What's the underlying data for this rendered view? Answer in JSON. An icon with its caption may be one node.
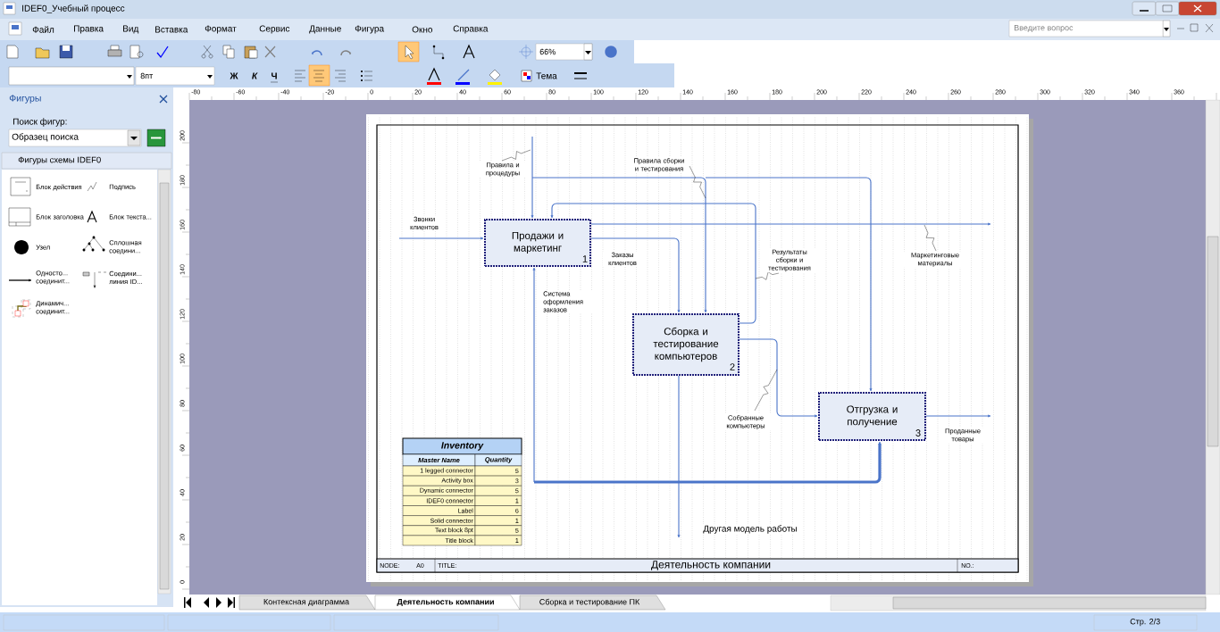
{
  "diagram": {
    "nodes": [
      {
        "text": [
          "Продажи и маркетинг",
          "1"
        ]
      },
      {
        "text": [
          "Сборка и тестирование компьютеров",
          "2"
        ]
      },
      {
        "text": [
          "Отгрузка и получение",
          "3"
        ]
      }
    ],
    "edges": [
      {
        "from": null,
        "to": 0,
        "arrow": "to",
        "label": "Звонки клиентов"
      },
      {
        "from": null,
        "to": 0,
        "arrow": "to",
        "label": "Правила и процедуры"
      },
      {
        "from": null,
        "to": 1,
        "arrow": "to",
        "label": "Правила сборки и тестирования"
      },
      {
        "from": null,
        "to": 2,
        "arrow": "to"
      },
      {
        "from": 0,
        "to": null,
        "arrow": "to",
        "label": "Маркетинговые материалы"
      },
      {
        "from": 0,
        "to": 1,
        "arrow": "to",
        "label": "Заказы клиентов"
      },
      {
        "from": 1,
        "to": 0,
        "arrow": "to",
        "label": "Результаты сборки и тестирования"
      },
      {
        "from": null,
        "to": 0,
        "arrow": "to",
        "label": "Система оформления заказов"
      },
      {
        "from": null,
        "to": 2,
        "arrow": "to",
        "style": "thick"
      },
      {
        "from": 1,
        "to": 2,
        "arrow": "to",
        "label": "Собранные компьютеры"
      },
      {
        "from": 2,
        "to": null,
        "arrow": "to",
        "label": "Проданные товары"
      },
      {
        "from": 1,
        "to": null,
        "arrow": "to",
        "label": "Другая модель работы"
      }
    ],
    "labels": [
      "IDEF0_Учебный процесс",
      "Файл",
      "Правка",
      "Вид",
      "Вставка",
      "Формат",
      "Сервис",
      "Данные",
      "Фигура",
      "Окно",
      "Справка",
      "Введите вопрос",
      "66%",
      "8пт",
      "Ж",
      "К",
      "Ч",
      "Тема",
      "Фигуры",
      "Поиск фигур:",
      "Образец поиска",
      "Фигуры схемы IDEF0",
      "Блок действия",
      "Подпись",
      "Блок заголовка",
      "Блок текста...",
      "Узел",
      "Сплошная соедини...",
      "Односто... соединит...",
      "Соедини... линия ID...",
      "Динамич... соединит...",
      "-80",
      "-60",
      "-40",
      "-20",
      "0",
      "20",
      "40",
      "60",
      "80",
      "100",
      "120",
      "140",
      "160",
      "180",
      "200",
      "220",
      "240",
      "260",
      "280",
      "300",
      "320",
      "340",
      "360",
      "200",
      "180",
      "160",
      "140",
      "120",
      "100",
      "80",
      "60",
      "40",
      "20",
      "0",
      "Inventory",
      "Master Name",
      "Quantity",
      "1 legged connector",
      "5",
      "Activity box",
      "3",
      "Dynamic connector",
      "5",
      "IDEF0 connector",
      "1",
      "Label",
      "6",
      "Solid connector",
      "1",
      "Text block 8pt",
      "5",
      "Title block",
      "1",
      "NODE:",
      "A0",
      "TITLE:",
      "Деятельность компании",
      "NO.:",
      "Контексная диаграмма",
      "Деятельность компании",
      "Сборка и тестирование ПК",
      "Стр. 2/3"
    ]
  }
}
